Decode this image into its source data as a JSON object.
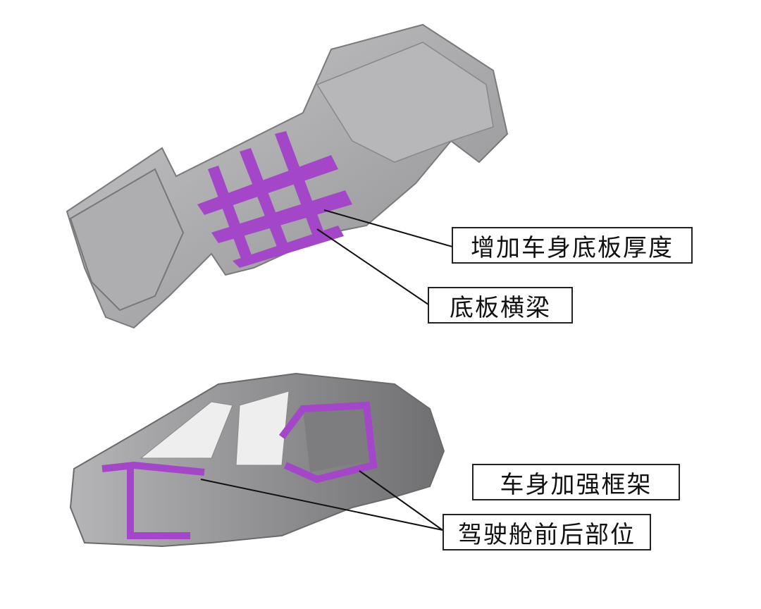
{
  "labels": {
    "floor_thickness": "增加车身底板厚度",
    "floor_crossmember": "底板横梁",
    "body_frame": "车身加强框架",
    "cabin_front_rear": "驾驶舱前后部位"
  },
  "colors": {
    "body_gray": "#9a9a9c",
    "highlight_purple": "#a346c8",
    "line": "#111111"
  }
}
